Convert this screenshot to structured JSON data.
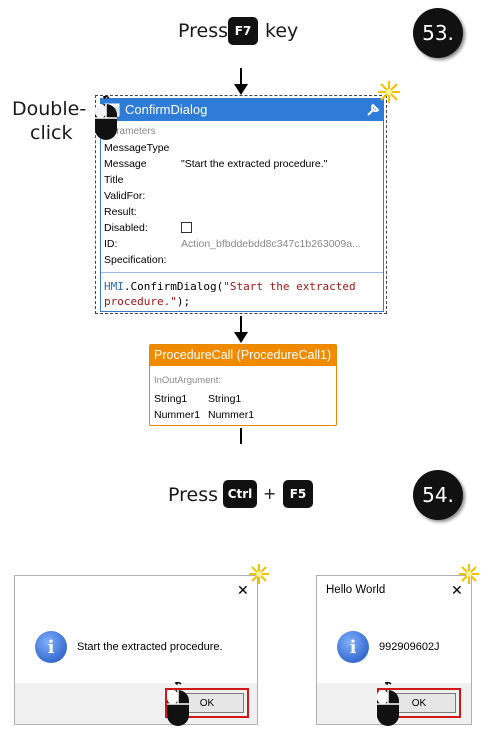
{
  "step53": {
    "number": "53.",
    "press": "Press",
    "key": "F7",
    "suffix": "key"
  },
  "double_click_label_1": "Double-",
  "double_click_label_2": "click",
  "confirm_dialog": {
    "title": "ConfirmDialog",
    "params_header": "Parameters",
    "rows": [
      {
        "label": "MessageType",
        "value": ""
      },
      {
        "label": "Message",
        "value": "\"Start the extracted procedure.\""
      },
      {
        "label": "Title",
        "value": ""
      },
      {
        "label": "ValidFor:",
        "value": ""
      },
      {
        "label": "Result:",
        "value": ""
      },
      {
        "label": "Disabled:",
        "value": ""
      },
      {
        "label": "ID:",
        "value": "Action_bfbddebdd8c347c1b263009a..."
      },
      {
        "label": "Specification:",
        "value": ""
      }
    ],
    "code_prefix": "HMI",
    "code_method": ".ConfirmDialog(",
    "code_string_1": "\"Start the extracted",
    "code_string_2": "procedure.\"",
    "code_end": ");"
  },
  "procedure_call": {
    "title": "ProcedureCall (ProcedureCall1)",
    "header": "InOutArgument:",
    "rows": [
      {
        "a": "String1",
        "b": "String1"
      },
      {
        "a": "Nummer1",
        "b": "Nummer1"
      }
    ]
  },
  "step54": {
    "number": "54.",
    "press": "Press",
    "key1": "Ctrl",
    "plus": "+",
    "key2": "F5"
  },
  "dialog1": {
    "title": "",
    "close": "✕",
    "message": "Start the extracted procedure.",
    "ok": "OK",
    "info_glyph": "i"
  },
  "dialog2": {
    "title": "Hello World",
    "close": "✕",
    "message": "992909602J",
    "ok": "OK",
    "info_glyph": "i"
  },
  "colors": {
    "header_blue": "#2f7cd8",
    "header_orange": "#f08a00",
    "ok_highlight": "#d01818"
  }
}
